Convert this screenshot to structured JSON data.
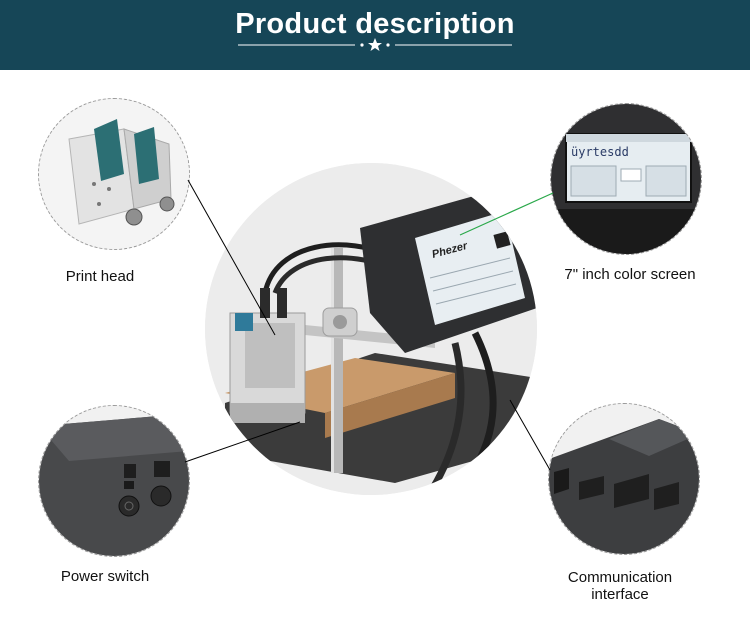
{
  "header": {
    "title": "Product description"
  },
  "callouts": {
    "print_head": "Print head",
    "color_screen": "7\" inch color screen",
    "power_switch": "Power switch",
    "comm_line1": "Communication",
    "comm_line2": "interface"
  },
  "device_screen": {
    "brand": "Phezer",
    "message": "üyrtesdd"
  },
  "colors": {
    "banner": "#164657",
    "leader_line": "#000000",
    "leader_line_screen": "#2aa84a",
    "device_body": "#2e2f31",
    "screen_bg": "#e8eef2"
  }
}
